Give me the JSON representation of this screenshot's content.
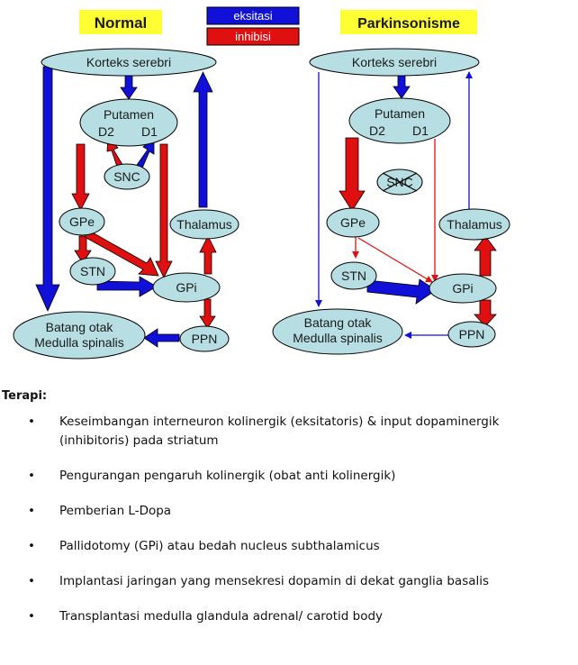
{
  "legend": {
    "excite": "eksitasi",
    "inhibit": "inhibisi"
  },
  "colors": {
    "excite": "#1010d8",
    "inhibit": "#e01010",
    "node": "#b7dfe3",
    "title_bg": "#ffff33"
  },
  "panels": {
    "normal": {
      "title": "Normal",
      "cortex": "Korteks serebri",
      "putamen": "Putamen",
      "d2": "D2",
      "d1": "D1",
      "snc": "SNC",
      "gpe": "GPe",
      "thalamus": "Thalamus",
      "stn": "STN",
      "gpi": "GPi",
      "ppn": "PPN",
      "brainstem_1": "Batang otak",
      "brainstem_2": "Medulla spinalis"
    },
    "parkinson": {
      "title": "Parkinsonisme",
      "cortex": "Korteks serebri",
      "putamen": "Putamen",
      "d2": "D2",
      "d1": "D1",
      "snc": "SNC",
      "gpe": "GPe",
      "thalamus": "Thalamus",
      "stn": "STN",
      "gpi": "GPi",
      "ppn": "PPN",
      "brainstem_1": "Batang otak",
      "brainstem_2": "Medulla spinalis"
    }
  },
  "therapy": {
    "heading": "Terapi:",
    "bullet": "•",
    "items": [
      "Keseimbangan interneuron kolinergik (eksitatoris) & input dopaminergik (inhibitoris) pada striatum",
      "Pengurangan pengaruh kolinergik (obat anti kolinergik)",
      "Pemberian L-Dopa",
      "Pallidotomy (GPi) atau bedah nucleus subthalamicus",
      "Implantasi jaringan yang mensekresi dopamin di dekat ganglia basalis",
      "Transplantasi medulla glandula adrenal/ carotid body"
    ]
  }
}
